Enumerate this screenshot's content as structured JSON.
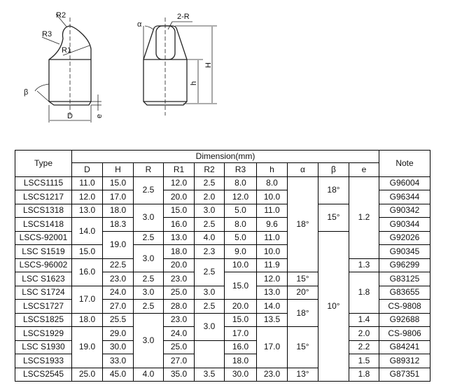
{
  "drawing": {
    "labels": {
      "r2": "R2",
      "r3": "R3",
      "r1": "R1",
      "beta": "β",
      "d": "D",
      "e": "e",
      "alpha": "α",
      "two_r": "2-R",
      "h_big": "H",
      "h_small": "h"
    }
  },
  "table": {
    "type_header": "Type",
    "dimension_header": "Dimension(mm)",
    "note_header": "Note",
    "columns": [
      "D",
      "H",
      "R",
      "R1",
      "R2",
      "R3",
      "h",
      "α",
      "β",
      "e"
    ],
    "rows": [
      [
        "LSCS1115",
        "11.0",
        "15.0",
        "2.5",
        "12.0",
        "2.5",
        "8.0",
        "8.0",
        "18°",
        "18°",
        "1.2",
        "G96004"
      ],
      [
        "LSCS1217",
        "12.0",
        "17.0",
        "20.0",
        "2.0",
        "12.0",
        "10.0",
        "G96344"
      ],
      [
        "LSCS1318",
        "13.0",
        "18.0",
        "3.0",
        "15.0",
        "3.0",
        "5.0",
        "11.0",
        "15°",
        "G90342"
      ],
      [
        "LSCS1418",
        "14.0",
        "18.3",
        "16.0",
        "2.5",
        "8.0",
        "9.6",
        "G90344"
      ],
      [
        "LSCS-92001",
        "19.0",
        "2.5",
        "13.0",
        "4.0",
        "5.0",
        "11.0",
        "10°",
        "G92026"
      ],
      [
        "LSC S1519",
        "15.0",
        "3.0",
        "18.0",
        "2.3",
        "9.0",
        "10.0",
        "G90345"
      ],
      [
        "LSCS-96002",
        "16.0",
        "22.5",
        "20.0",
        "2.5",
        "10.0",
        "11.9",
        "1.3",
        "G96299"
      ],
      [
        "LSC S1623",
        "23.0",
        "2.5",
        "23.0",
        "15.0",
        "12.0",
        "15°",
        "1.8",
        "G83125"
      ],
      [
        "LSC S1724",
        "17.0",
        "24.0",
        "3.0",
        "25.0",
        "3.0",
        "13.0",
        "20°",
        "G83655"
      ],
      [
        "LSCS1727",
        "27.0",
        "2.5",
        "28.0",
        "2.5",
        "20.0",
        "14.0",
        "18°",
        "CS-9808"
      ],
      [
        "LSCS1825",
        "18.0",
        "25.5",
        "3.0",
        "23.0",
        "3.0",
        "15.0",
        "13.5",
        "1.4",
        "G92688"
      ],
      [
        "LSCS1929",
        "19.0",
        "29.0",
        "24.0",
        "17.0",
        "17.0",
        "15°",
        "2.0",
        "CS-9806"
      ],
      [
        "LSC S1930",
        "30.0",
        "25.0",
        "",
        "16.0",
        "2.2",
        "G84241"
      ],
      [
        "LSCS1933",
        "33.0",
        "27.0",
        "18.0",
        "1.5",
        "G89312"
      ],
      [
        "LSCS2545",
        "25.0",
        "45.0",
        "4.0",
        "35.0",
        "3.5",
        "30.0",
        "23.0",
        "13°",
        "1.8",
        "G87351"
      ]
    ]
  }
}
